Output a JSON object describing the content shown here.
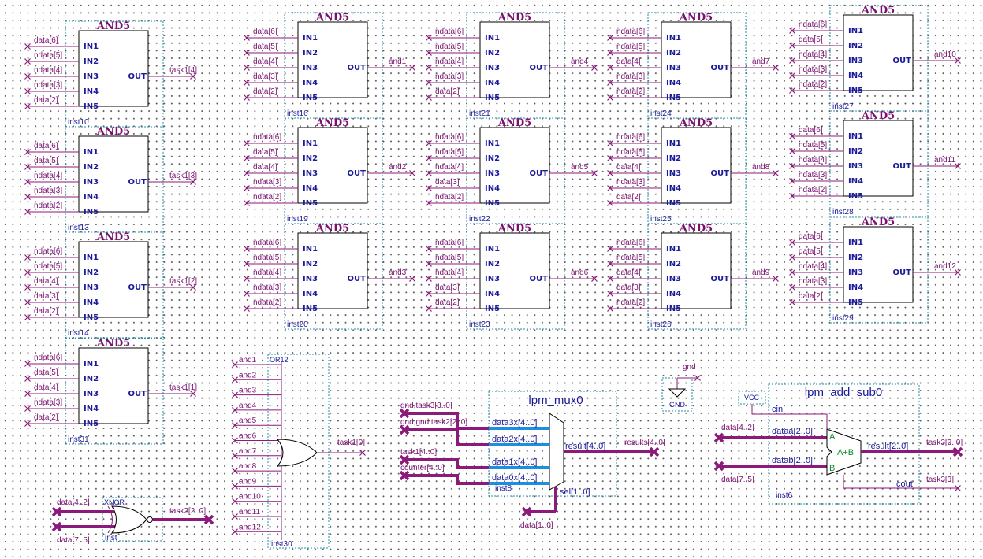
{
  "and5": {
    "title": "AND5",
    "ports": [
      "IN1",
      "IN2",
      "IN3",
      "IN4",
      "IN5"
    ],
    "out": "OUT",
    "blocks": [
      {
        "inst": "inst10",
        "inputs": [
          "data[6]",
          "ndata[5]",
          "ndata[4]",
          "ndata[3]",
          "data[2]"
        ],
        "output": "task1[4]"
      },
      {
        "inst": "inst13",
        "inputs": [
          "data[6]",
          "data[5]",
          "ndata[4]",
          "ndata[3]",
          "ndata[2]"
        ],
        "output": "task1[3]"
      },
      {
        "inst": "inst14",
        "inputs": [
          "ndata[6]",
          "ndata[5]",
          "data[4]",
          "data[3]",
          "data[2]"
        ],
        "output": "task1[2]"
      },
      {
        "inst": "inst31",
        "inputs": [
          "ndata[6]",
          "data[5]",
          "data[4]",
          "ndata[3]",
          "data[2]"
        ],
        "output": "task1[1]"
      },
      {
        "inst": "inst16",
        "inputs": [
          "data[6]",
          "data[5]",
          "data[4]",
          "data[3]",
          "data[2]"
        ],
        "output": "and1"
      },
      {
        "inst": "inst19",
        "inputs": [
          "ndata[6]",
          "data[5]",
          "data[4]",
          "ndata[3]",
          "ndata[2]"
        ],
        "output": "and2"
      },
      {
        "inst": "inst20",
        "inputs": [
          "ndata[6]",
          "ndata[5]",
          "ndata[4]",
          "ndata[3]",
          "ndata[2]"
        ],
        "output": "and3"
      },
      {
        "inst": "inst21",
        "inputs": [
          "ndata[6]",
          "ndata[5]",
          "ndata[4]",
          "ndata[3]",
          "data[2]"
        ],
        "output": "and4"
      },
      {
        "inst": "inst22",
        "inputs": [
          "ndata[6]",
          "ndata[5]",
          "ndata[4]",
          "data[3]",
          "ndata[2]"
        ],
        "output": "and5"
      },
      {
        "inst": "inst23",
        "inputs": [
          "ndata[6]",
          "ndata[5]",
          "ndata[4]",
          "data[3]",
          "data[2]"
        ],
        "output": "and6"
      },
      {
        "inst": "inst24",
        "inputs": [
          "ndata[6]",
          "ndata[5]",
          "data[4]",
          "ndata[3]",
          "ndata[2]"
        ],
        "output": "and7"
      },
      {
        "inst": "inst25",
        "inputs": [
          "ndata[6]",
          "ndata[5]",
          "data[4]",
          "ndata[3]",
          "data[2]"
        ],
        "output": "and8"
      },
      {
        "inst": "inst26",
        "inputs": [
          "ndata[6]",
          "ndata[5]",
          "data[4]",
          "data[3]",
          "ndata[2]"
        ],
        "output": "and9"
      },
      {
        "inst": "inst27",
        "inputs": [
          "ndata[6]",
          "data[5]",
          "ndata[4]",
          "ndata[3]",
          "ndata[2]"
        ],
        "output": "and10"
      },
      {
        "inst": "inst28",
        "inputs": [
          "data[6]",
          "ndata[5]",
          "ndata[4]",
          "ndata[3]",
          "ndata[2]"
        ],
        "output": "and11"
      },
      {
        "inst": "inst29",
        "inputs": [
          "data[6]",
          "data[5]",
          "ndata[4]",
          "ndata[3]",
          "data[2]"
        ],
        "output": "and12"
      }
    ]
  },
  "or12": {
    "title": "OR12",
    "inst": "inst30",
    "inputs": [
      "and1",
      "and2",
      "and3",
      "and4",
      "and5",
      "and6",
      "and7",
      "and8",
      "and9",
      "and10",
      "and11",
      "and12"
    ],
    "output": "task1[0]"
  },
  "xnor": {
    "title": "XNOR",
    "inst": "inst",
    "inputs": [
      "data[4..2]",
      "data[7..5]"
    ],
    "output": "task2[2..0]"
  },
  "mux": {
    "title": "lpm_mux0",
    "inst": "inst8",
    "ports": [
      "data3x[4..0]",
      "data2x[4..0]",
      "data1x[4..0]",
      "data0x[4..0]"
    ],
    "inputs": [
      "gnd,task3[3..0]",
      "gnd,gnd,task2[2..0]",
      "task1[4..0]",
      "counter[4..0]"
    ],
    "result_port": "result[4..0]",
    "output": "results[4..0]",
    "sel_port": "sel[1..0]",
    "sel_input": "data[1..0]"
  },
  "gnd": {
    "label": "gnd",
    "symbol": "GND"
  },
  "adder": {
    "title": "lpm_add_sub0",
    "inst": "inst6",
    "vcc": "VCC",
    "cin": "cin",
    "dataa_port": "dataa[2..0]",
    "datab_port": "datab[2..0]",
    "dataa_input": "data[4..2]",
    "datab_input": "data[7..5]",
    "a": "A",
    "b": "B",
    "op": "A+B",
    "result_port": "result[2..0]",
    "result_output": "task3[2..0]",
    "cout_port": "cout",
    "cout_output": "task3[3]"
  }
}
